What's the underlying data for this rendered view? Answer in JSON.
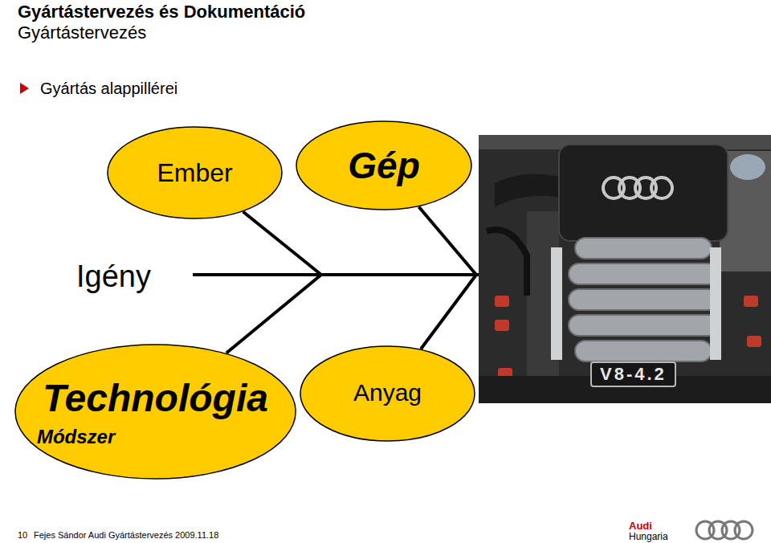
{
  "diagram": {
    "title": "Gyártástervezés és Dokumentáció",
    "nodes": [
      {
        "text": [
          "Ember"
        ]
      },
      {
        "text": [
          "Gép"
        ]
      },
      {
        "text": [
          "Technológia",
          "Módszer"
        ]
      },
      {
        "text": [
          "Anyag"
        ]
      },
      {
        "text": [
          "V8-4.2"
        ]
      }
    ],
    "edges": [
      {
        "from": 0,
        "to": 4,
        "arrow": "none"
      },
      {
        "from": 1,
        "to": 4,
        "arrow": "none"
      },
      {
        "from": 2,
        "to": 4,
        "arrow": "none"
      },
      {
        "from": 3,
        "to": 4,
        "arrow": "none"
      }
    ],
    "labels": [
      "Gyártástervezés",
      "Gyártás alappillérei",
      "Igény",
      "10",
      "Fejes Sándor Audi Gyártástervezés 2009.11.18",
      "Audi",
      "Hungaria"
    ]
  }
}
